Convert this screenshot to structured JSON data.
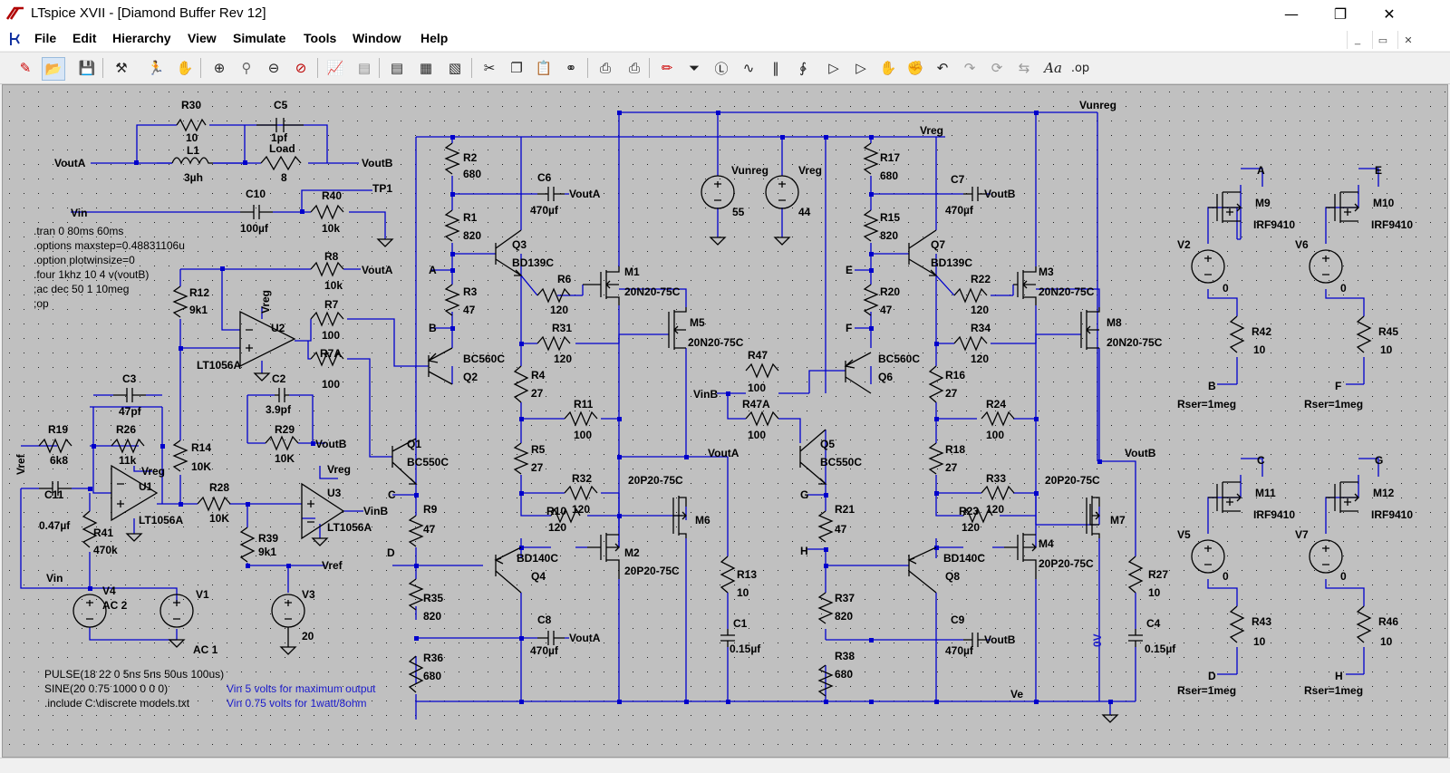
{
  "window": {
    "title": "LTspice XVII - [Diamond Buffer Rev 12]"
  },
  "menu": [
    "File",
    "Edit",
    "Hierarchy",
    "View",
    "Simulate",
    "Tools",
    "Window",
    "Help"
  ],
  "toolbar_icons": [
    "new-schematic-icon",
    "open-folder-icon",
    "save-icon",
    "control-panel-icon",
    "run-icon",
    "halt-icon",
    "zoom-in-icon",
    "pan-icon",
    "zoom-out-icon",
    "zoom-cancel-icon",
    "autorange-icon",
    "fft-icon",
    "tile-vertical-icon",
    "tile-horizontal-icon",
    "cascade-icon",
    "cut-icon",
    "copy-icon",
    "paste-icon",
    "find-icon",
    "print-icon",
    "print-setup-icon",
    "draw-wire-icon",
    "ground-icon",
    "label-net-icon",
    "resistor-icon",
    "capacitor-icon",
    "inductor-icon",
    "diode-icon",
    "component-icon",
    "move-icon",
    "drag-icon",
    "undo-icon",
    "redo-icon",
    "rotate-icon",
    "mirror-icon",
    "text-icon",
    "spice-directive-icon"
  ],
  "components": {
    "R30": {
      "name": "R30",
      "value": "10"
    },
    "C5": {
      "name": "C5",
      "value": "1pf"
    },
    "L1": {
      "name": "L1",
      "value": "3µh"
    },
    "Load": {
      "name": "Load",
      "value": "8"
    },
    "C10": {
      "name": "C10",
      "value": "100µf"
    },
    "R40": {
      "name": "R40",
      "value": "10k"
    },
    "R8": {
      "name": "R8",
      "value": "10k"
    },
    "R12": {
      "name": "R12",
      "value": "9k1"
    },
    "U2": {
      "name": "U2",
      "value": "LT1056A"
    },
    "R7": {
      "name": "R7",
      "value": "100"
    },
    "R7A": {
      "name": "R7A",
      "value": "100"
    },
    "C3": {
      "name": "C3",
      "value": "47pf"
    },
    "R19": {
      "name": "R19",
      "value": "6k8"
    },
    "R26": {
      "name": "R26",
      "value": "11k"
    },
    "R14": {
      "name": "R14",
      "value": "10K"
    },
    "C2": {
      "name": "C2",
      "value": "3.9pf"
    },
    "R29": {
      "name": "R29",
      "value": "10K"
    },
    "U1": {
      "name": "U1",
      "value": "LT1056A"
    },
    "R28": {
      "name": "R28",
      "value": "10K"
    },
    "U3": {
      "name": "U3",
      "value": "LT1056A"
    },
    "C11": {
      "name": "C11",
      "value": "0.47µf"
    },
    "R41": {
      "name": "R41",
      "value": "470k"
    },
    "R39": {
      "name": "R39",
      "value": "9k1"
    },
    "V4": {
      "name": "V4",
      "value": "AC 2"
    },
    "V1": {
      "name": "V1",
      "value": "AC 1"
    },
    "V3": {
      "name": "V3",
      "value": "20"
    },
    "R2": {
      "name": "R2",
      "value": "680"
    },
    "C6": {
      "name": "C6",
      "value": "470µf"
    },
    "R1": {
      "name": "R1",
      "value": "820"
    },
    "Q3": {
      "name": "Q3",
      "value": "BD139C"
    },
    "R3": {
      "name": "R3",
      "value": "47"
    },
    "R6": {
      "name": "R6",
      "value": "120"
    },
    "M1": {
      "name": "M1",
      "value": "20N20-75C"
    },
    "M5": {
      "name": "M5",
      "value": "20N20-75C"
    },
    "R31": {
      "name": "R31",
      "value": "120"
    },
    "Q2": {
      "name": "Q2",
      "value": "BC560C"
    },
    "R4": {
      "name": "R4",
      "value": "27"
    },
    "R11": {
      "name": "R11",
      "value": "100"
    },
    "Q1": {
      "name": "Q1",
      "value": "BC550C"
    },
    "R5": {
      "name": "R5",
      "value": "27"
    },
    "R32": {
      "name": "R32",
      "value": "120"
    },
    "M6": {
      "name": "M6",
      "value": "20P20-75C"
    },
    "R9": {
      "name": "R9",
      "value": "47"
    },
    "R10": {
      "name": "R10",
      "value": "120"
    },
    "M2": {
      "name": "M2",
      "value": "20P20-75C"
    },
    "Q4": {
      "name": "Q4",
      "value": "BD140C"
    },
    "R13": {
      "name": "R13",
      "value": "10"
    },
    "R35": {
      "name": "R35",
      "value": "820"
    },
    "C1": {
      "name": "C1",
      "value": "0.15µf"
    },
    "C8": {
      "name": "C8",
      "value": "470µf"
    },
    "R36": {
      "name": "R36",
      "value": "680"
    },
    "Vunreg": {
      "name": "Vunreg",
      "value": "55"
    },
    "Vreg": {
      "name": "Vreg",
      "value": "44"
    },
    "R17": {
      "name": "R17",
      "value": "680"
    },
    "C7": {
      "name": "C7",
      "value": "470µf"
    },
    "R15": {
      "name": "R15",
      "value": "820"
    },
    "Q7": {
      "name": "Q7",
      "value": "BD139C"
    },
    "R20": {
      "name": "R20",
      "value": "47"
    },
    "R22": {
      "name": "R22",
      "value": "120"
    },
    "M3": {
      "name": "M3",
      "value": "20N20-75C"
    },
    "R34": {
      "name": "R34",
      "value": "120"
    },
    "M8": {
      "name": "M8",
      "value": "20N20-75C"
    },
    "R47": {
      "name": "R47",
      "value": "100"
    },
    "R47A": {
      "name": "R47A",
      "value": "100"
    },
    "Q6": {
      "name": "Q6",
      "value": "BC560C"
    },
    "R16": {
      "name": "R16",
      "value": "27"
    },
    "R24": {
      "name": "R24",
      "value": "100"
    },
    "Q5": {
      "name": "Q5",
      "value": "BC550C"
    },
    "R18": {
      "name": "R18",
      "value": "27"
    },
    "R33": {
      "name": "R33",
      "value": "120"
    },
    "M7": {
      "name": "M7",
      "value": "20P20-75C"
    },
    "R21": {
      "name": "R21",
      "value": "47"
    },
    "R23": {
      "name": "R23",
      "value": "120"
    },
    "M4": {
      "name": "M4",
      "value": "20P20-75C"
    },
    "Q8": {
      "name": "Q8",
      "value": "BD140C"
    },
    "R27": {
      "name": "R27",
      "value": "10"
    },
    "R37": {
      "name": "R37",
      "value": "820"
    },
    "C4": {
      "name": "C4",
      "value": "0.15µf"
    },
    "C9": {
      "name": "C9",
      "value": "470µf"
    },
    "R38": {
      "name": "R38",
      "value": "680"
    },
    "M9": {
      "name": "M9",
      "value": "IRF9410"
    },
    "V2": {
      "name": "V2",
      "value": "0"
    },
    "R42": {
      "name": "R42",
      "value": "10"
    },
    "M10": {
      "name": "M10",
      "value": "IRF9410"
    },
    "V6": {
      "name": "V6",
      "value": "0"
    },
    "R45": {
      "name": "R45",
      "value": "10"
    },
    "M11": {
      "name": "M11",
      "value": "IRF9410"
    },
    "V5": {
      "name": "V5",
      "value": "0"
    },
    "R43": {
      "name": "R43",
      "value": "10"
    },
    "M12": {
      "name": "M12",
      "value": "IRF9410"
    },
    "V7": {
      "name": "V7",
      "value": "0"
    },
    "R46": {
      "name": "R46",
      "value": "10"
    }
  },
  "nets": {
    "VoutA": "VoutA",
    "VoutB": "VoutB",
    "Vin": "Vin",
    "TP1": "TP1",
    "Vref": "Vref",
    "VinB": "VinB",
    "Vreg": "Vreg",
    "Vunreg": "Vunreg",
    "Ve": "Ve",
    "ZeroV": "0V",
    "A": "A",
    "B": "B",
    "C": "C",
    "D": "D",
    "E": "E",
    "F": "F",
    "G": "G",
    "H": "H",
    "Rser": "Rser=1meg"
  },
  "directives": [
    ".tran 0 80ms 60ms",
    ".options maxstep=0.48831106u",
    ".option plotwinsize=0",
    ".four 1khz 10 4 v(voutB)",
    ";ac dec 50 1 10meg",
    ";op"
  ],
  "sources_text": [
    "PULSE(18 22 0 5ns 5ns 50us 100us)",
    "SINE(20 0.75 1000 0 0 0)",
    ".include C:\\discrete models.txt"
  ],
  "comments": [
    "Vin 5 volts for maximum output",
    "Vin 0.75 volts for 1watt/8ohm"
  ],
  "colors": {
    "wire": "#0000cc",
    "canvas": "#c0c0c0",
    "component": "#000000",
    "comment": "#1a1acc"
  }
}
